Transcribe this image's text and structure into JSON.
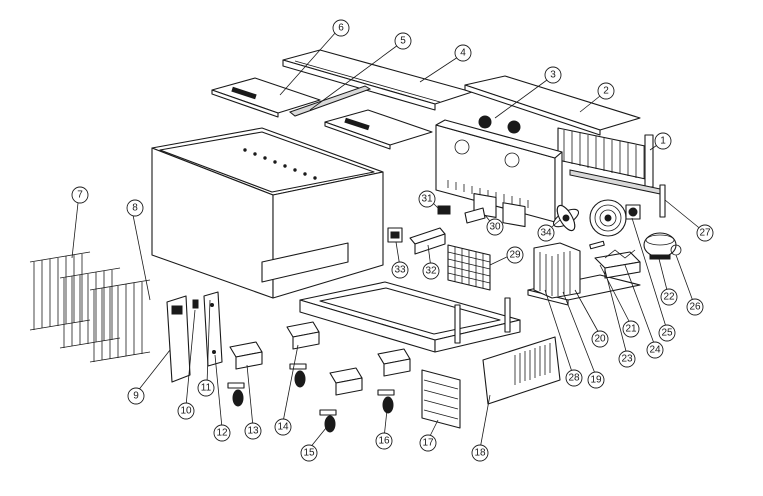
{
  "callouts": [
    {
      "id": 1,
      "label": "1"
    },
    {
      "id": 2,
      "label": "2"
    },
    {
      "id": 3,
      "label": "3"
    },
    {
      "id": 4,
      "label": "4"
    },
    {
      "id": 5,
      "label": "5"
    },
    {
      "id": 6,
      "label": "6"
    },
    {
      "id": 7,
      "label": "7"
    },
    {
      "id": 8,
      "label": "8"
    },
    {
      "id": 9,
      "label": "9"
    },
    {
      "id": 10,
      "label": "10"
    },
    {
      "id": 11,
      "label": "11"
    },
    {
      "id": 12,
      "label": "12"
    },
    {
      "id": 13,
      "label": "13"
    },
    {
      "id": 14,
      "label": "14"
    },
    {
      "id": 15,
      "label": "15"
    },
    {
      "id": 16,
      "label": "16"
    },
    {
      "id": 17,
      "label": "17"
    },
    {
      "id": 18,
      "label": "18"
    },
    {
      "id": 19,
      "label": "19"
    },
    {
      "id": 20,
      "label": "20"
    },
    {
      "id": 21,
      "label": "21"
    },
    {
      "id": 22,
      "label": "22"
    },
    {
      "id": 23,
      "label": "23"
    },
    {
      "id": 24,
      "label": "24"
    },
    {
      "id": 25,
      "label": "25"
    },
    {
      "id": 26,
      "label": "26"
    },
    {
      "id": 27,
      "label": "27"
    },
    {
      "id": 28,
      "label": "28"
    },
    {
      "id": 29,
      "label": "29"
    },
    {
      "id": 30,
      "label": "30"
    },
    {
      "id": 31,
      "label": "31"
    },
    {
      "id": 32,
      "label": "32"
    },
    {
      "id": 33,
      "label": "33"
    },
    {
      "id": 34,
      "label": "34"
    }
  ]
}
